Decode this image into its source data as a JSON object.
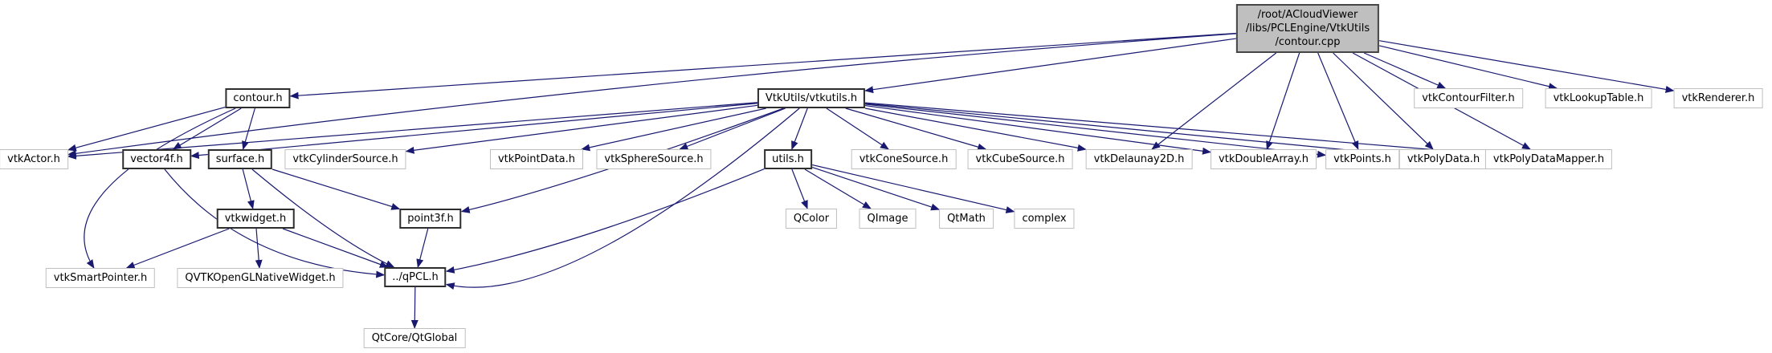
{
  "diagram": {
    "kind": "include-dependency-graph",
    "colors": {
      "edge": "#191970",
      "node_fill": "#ffffff",
      "root_fill": "#bfbfbf",
      "project_border": "#2e2e2e",
      "external_border": "#bfbfbf",
      "background": "#ffffff"
    },
    "nodes": [
      {
        "id": "contour_cpp",
        "label": "/root/ACloudViewer\n/libs/PCLEngine/VtkUtils\n/contour.cpp",
        "kind": "root"
      },
      {
        "id": "contour_h",
        "label": "contour.h",
        "kind": "project"
      },
      {
        "id": "vtkutils_h",
        "label": "VtkUtils/vtkutils.h",
        "kind": "project"
      },
      {
        "id": "vtkcontourfilter",
        "label": "vtkContourFilter.h",
        "kind": "external"
      },
      {
        "id": "vtklookuptable",
        "label": "vtkLookupTable.h",
        "kind": "external"
      },
      {
        "id": "vtkrenderer",
        "label": "vtkRenderer.h",
        "kind": "external"
      },
      {
        "id": "vtkactor",
        "label": "vtkActor.h",
        "kind": "external"
      },
      {
        "id": "vector4f",
        "label": "vector4f.h",
        "kind": "project"
      },
      {
        "id": "surface",
        "label": "surface.h",
        "kind": "project"
      },
      {
        "id": "vtkcylindersource",
        "label": "vtkCylinderSource.h",
        "kind": "external"
      },
      {
        "id": "vtkpointdata",
        "label": "vtkPointData.h",
        "kind": "external"
      },
      {
        "id": "vtkspheresource",
        "label": "vtkSphereSource.h",
        "kind": "external"
      },
      {
        "id": "utils",
        "label": "utils.h",
        "kind": "project"
      },
      {
        "id": "vtkconesource",
        "label": "vtkConeSource.h",
        "kind": "external"
      },
      {
        "id": "vtkcubesource",
        "label": "vtkCubeSource.h",
        "kind": "external"
      },
      {
        "id": "vtkdelaunay2d",
        "label": "vtkDelaunay2D.h",
        "kind": "external"
      },
      {
        "id": "vtkdoublearray",
        "label": "vtkDoubleArray.h",
        "kind": "external"
      },
      {
        "id": "vtkpoints",
        "label": "vtkPoints.h",
        "kind": "external"
      },
      {
        "id": "vtkpolydata",
        "label": "vtkPolyData.h",
        "kind": "external"
      },
      {
        "id": "vtkpolydatamapper",
        "label": "vtkPolyDataMapper.h",
        "kind": "external"
      },
      {
        "id": "vtkwidget",
        "label": "vtkwidget.h",
        "kind": "project"
      },
      {
        "id": "point3f",
        "label": "point3f.h",
        "kind": "project"
      },
      {
        "id": "qcolor",
        "label": "QColor",
        "kind": "external"
      },
      {
        "id": "qimage",
        "label": "QImage",
        "kind": "external"
      },
      {
        "id": "qtmath",
        "label": "QtMath",
        "kind": "external"
      },
      {
        "id": "complex",
        "label": "complex",
        "kind": "external"
      },
      {
        "id": "vtksmartpointer",
        "label": "vtkSmartPointer.h",
        "kind": "external"
      },
      {
        "id": "qvtkopenglnativewidget",
        "label": "QVTKOpenGLNativeWidget.h",
        "kind": "external"
      },
      {
        "id": "qpcl",
        "label": "../qPCL.h",
        "kind": "project"
      },
      {
        "id": "qtcoreqtglobal",
        "label": "QtCore/QtGlobal",
        "kind": "external"
      }
    ],
    "edges": [
      {
        "from": "contour_cpp",
        "to": "contour_h"
      },
      {
        "from": "contour_cpp",
        "to": "vtkutils_h"
      },
      {
        "from": "contour_cpp",
        "to": "vtkcontourfilter"
      },
      {
        "from": "contour_cpp",
        "to": "vtklookuptable"
      },
      {
        "from": "contour_cpp",
        "to": "vtkrenderer"
      },
      {
        "from": "contour_cpp",
        "to": "vtkactor",
        "ctrl": [
          800,
          95
        ]
      },
      {
        "from": "contour_cpp",
        "to": "vtkdelaunay2d"
      },
      {
        "from": "contour_cpp",
        "to": "vtkdoublearray"
      },
      {
        "from": "contour_cpp",
        "to": "vtkpoints"
      },
      {
        "from": "contour_cpp",
        "to": "vtkpolydata"
      },
      {
        "from": "contour_cpp",
        "to": "vtkpolydatamapper"
      },
      {
        "from": "contour_h",
        "to": "vtkactor"
      },
      {
        "from": "contour_h",
        "to": "vector4f"
      },
      {
        "from": "contour_h",
        "to": "surface"
      },
      {
        "from": "contour_h",
        "to": "vtksmartpointer",
        "ctrl": [
          57,
          241
        ]
      },
      {
        "from": "vtkutils_h",
        "to": "vtkactor"
      },
      {
        "from": "vtkutils_h",
        "to": "vector4f"
      },
      {
        "from": "vtkutils_h",
        "to": "vtkcylindersource"
      },
      {
        "from": "vtkutils_h",
        "to": "vtkpointdata"
      },
      {
        "from": "vtkutils_h",
        "to": "vtkspheresource"
      },
      {
        "from": "vtkutils_h",
        "to": "utils"
      },
      {
        "from": "vtkutils_h",
        "to": "vtkconesource"
      },
      {
        "from": "vtkutils_h",
        "to": "vtkcubesource"
      },
      {
        "from": "vtkutils_h",
        "to": "vtkdelaunay2d"
      },
      {
        "from": "vtkutils_h",
        "to": "vtkdoublearray"
      },
      {
        "from": "vtkutils_h",
        "to": "vtkpoints"
      },
      {
        "from": "vtkutils_h",
        "to": "vtkpolydata"
      },
      {
        "from": "vtkutils_h",
        "to": "vtkpolydatamapper"
      },
      {
        "from": "vtkutils_h",
        "to": "point3f",
        "ctrl": [
          700,
          235
        ]
      },
      {
        "from": "vtkutils_h",
        "to": "qpcl",
        "ctrl": [
          697,
          387
        ]
      },
      {
        "from": "vector4f",
        "to": "qpcl",
        "ctrl": [
          300,
          330
        ]
      },
      {
        "from": "surface",
        "to": "vtkwidget"
      },
      {
        "from": "surface",
        "to": "point3f"
      },
      {
        "from": "surface",
        "to": "qpcl",
        "ctrl": [
          420,
          300
        ]
      },
      {
        "from": "vtkwidget",
        "to": "vtksmartpointer"
      },
      {
        "from": "vtkwidget",
        "to": "qvtkopenglnativewidget"
      },
      {
        "from": "vtkwidget",
        "to": "qpcl"
      },
      {
        "from": "point3f",
        "to": "qpcl"
      },
      {
        "from": "utils",
        "to": "qcolor"
      },
      {
        "from": "utils",
        "to": "qimage"
      },
      {
        "from": "utils",
        "to": "qtmath"
      },
      {
        "from": "utils",
        "to": "complex"
      },
      {
        "from": "utils",
        "to": "qpcl",
        "ctrl": [
          711,
          309
        ]
      },
      {
        "from": "qpcl",
        "to": "qtcoreqtglobal"
      }
    ]
  }
}
